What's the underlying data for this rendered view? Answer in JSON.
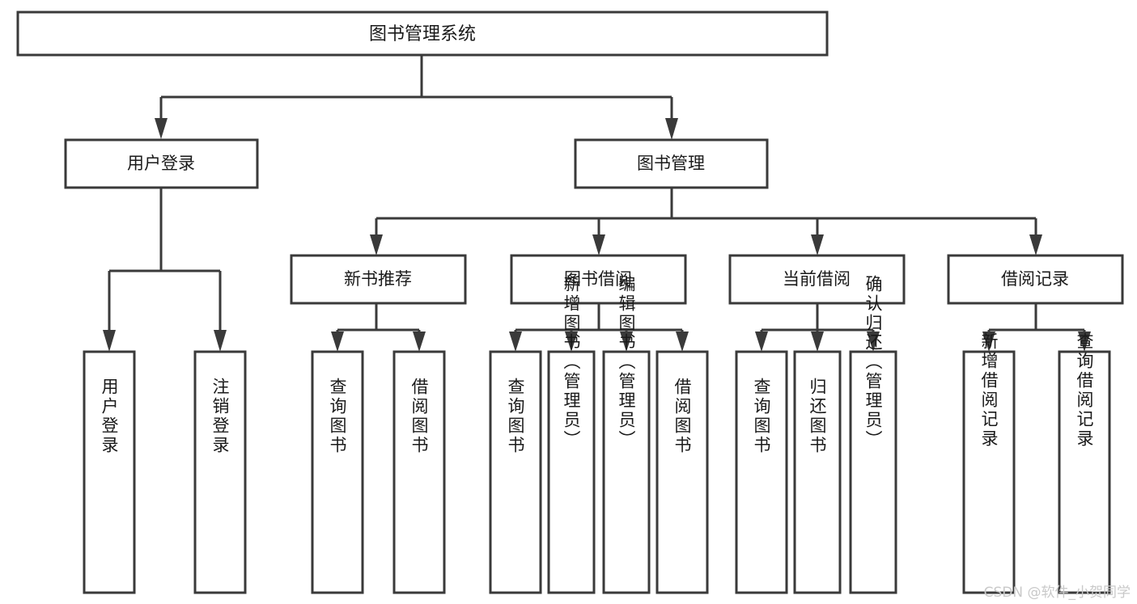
{
  "diagram": {
    "type": "tree-hierarchy",
    "title": "图书管理系统",
    "watermark": "CSDN @软件_小贺同学",
    "colors": {
      "background": "#ffffff",
      "box_fill": "#ffffff",
      "box_stroke": "#3a3a3a",
      "text": "#1a1a1a",
      "watermark": "#c9c9c9"
    },
    "nodes": {
      "root": {
        "label": "图书管理系统",
        "level": 0
      },
      "l1": [
        {
          "id": "user-login",
          "label": "用户登录",
          "level": 1
        },
        {
          "id": "book-manage",
          "label": "图书管理",
          "level": 1
        }
      ],
      "l2": [
        {
          "id": "new-book-rec",
          "label": "新书推荐",
          "level": 2
        },
        {
          "id": "book-borrow",
          "label": "图书借阅",
          "level": 2
        },
        {
          "id": "current-borrow",
          "label": "当前借阅",
          "level": 2
        },
        {
          "id": "borrow-record",
          "label": "借阅记录",
          "level": 2
        }
      ],
      "leaves": {
        "user-login": [
          {
            "id": "leaf-user-login",
            "label": "用户登录"
          },
          {
            "id": "leaf-user-logout",
            "label": "注销登录"
          }
        ],
        "new-book-rec": [
          {
            "id": "leaf-query-book-1",
            "label": "查询图书"
          },
          {
            "id": "leaf-borrow-book-1",
            "label": "借阅图书"
          }
        ],
        "book-borrow": [
          {
            "id": "leaf-query-book-2",
            "label": "查询图书"
          },
          {
            "id": "leaf-add-book",
            "label": "新增图书（管理员）"
          },
          {
            "id": "leaf-edit-book",
            "label": "编辑图书（管理员）"
          },
          {
            "id": "leaf-borrow-book-2",
            "label": "借阅图书"
          }
        ],
        "current-borrow": [
          {
            "id": "leaf-query-book-3",
            "label": "查询图书"
          },
          {
            "id": "leaf-return-book",
            "label": "归还图书"
          },
          {
            "id": "leaf-confirm-return",
            "label": "确认归还（管理员）"
          }
        ],
        "borrow-record": [
          {
            "id": "leaf-add-record",
            "label": "新增借阅记录"
          },
          {
            "id": "leaf-query-record",
            "label": "查询借阅记录"
          }
        ]
      }
    }
  }
}
